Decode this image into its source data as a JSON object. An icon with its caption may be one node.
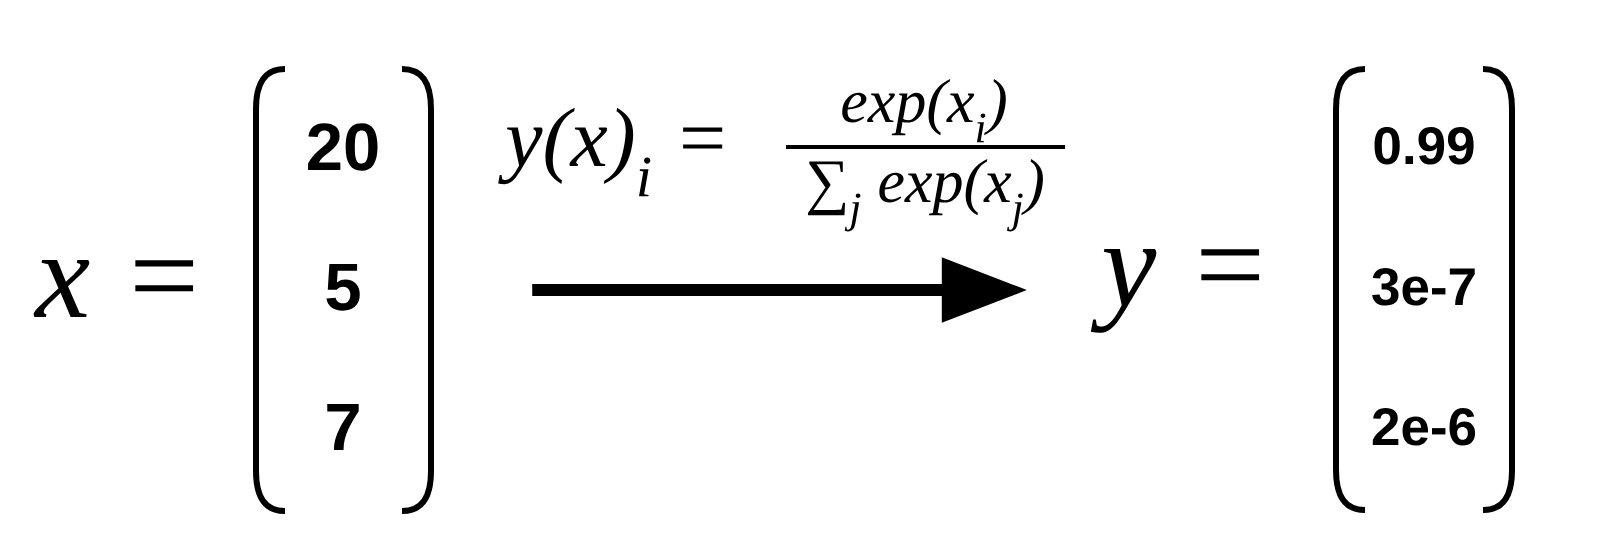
{
  "diagram": {
    "nodes": [
      {
        "text": [
          "x =",
          "20",
          "5",
          "7"
        ]
      },
      {
        "text": [
          "y =",
          "0.99",
          "3e-7",
          "2e-6"
        ]
      }
    ],
    "edges": [
      {
        "from": 0,
        "to": 1,
        "arrow": "to"
      }
    ],
    "labels": [
      "y(x)$_{i}$ =",
      "exp(x$_{i}$)",
      "∑$_{j}$ exp(x$_{j}$)"
    ]
  }
}
